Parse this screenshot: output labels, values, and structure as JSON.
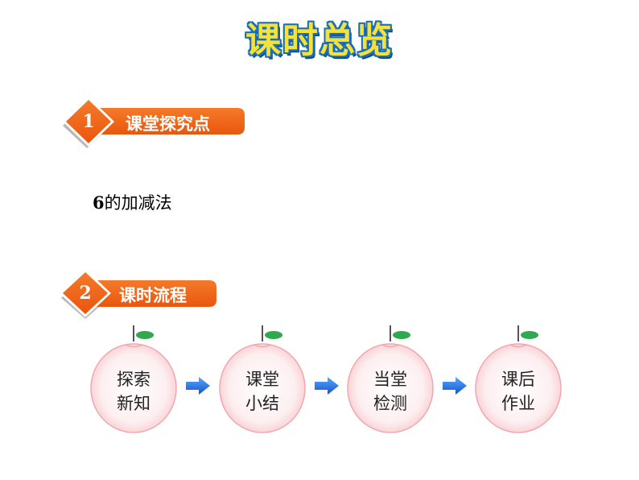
{
  "page": {
    "title": "课时总览"
  },
  "sections": [
    {
      "number": "1",
      "label": "课堂探究点"
    },
    {
      "number": "2",
      "label": "课时流程"
    }
  ],
  "content": {
    "number": "6",
    "text": "的加减法"
  },
  "flow": {
    "steps": [
      {
        "line1": "探索",
        "line2": "新知"
      },
      {
        "line1": "课堂",
        "line2": "小结"
      },
      {
        "line1": "当堂",
        "line2": "检测"
      },
      {
        "line1": "课后",
        "line2": "作业"
      }
    ]
  },
  "colors": {
    "title_fill": "#f4e13a",
    "title_outline": "#1b6fb8",
    "banner_orange": "#f26a1b",
    "diamond_gray": "#b9b9b9",
    "fruit_fill": "#fde0e2",
    "fruit_stroke": "#f1a7ad",
    "leaf_green": "#2fa84f",
    "arrow_blue": "#1c6fe0"
  },
  "icons": {
    "arrow": "right-arrow-icon",
    "fruit": "peach-icon"
  }
}
